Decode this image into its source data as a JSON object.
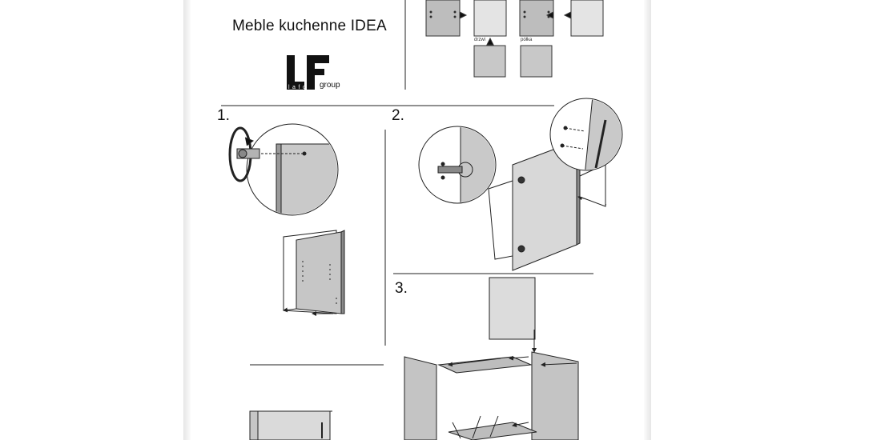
{
  "document": {
    "title": "Meble kuchenne IDEA",
    "logo_group_text": "group",
    "logo_letters": "LF",
    "logo_subtext": "lafo"
  },
  "legend": {
    "door_label": "drzwi",
    "shelf_label": "półka"
  },
  "steps": [
    "1.",
    "2.",
    "3."
  ]
}
